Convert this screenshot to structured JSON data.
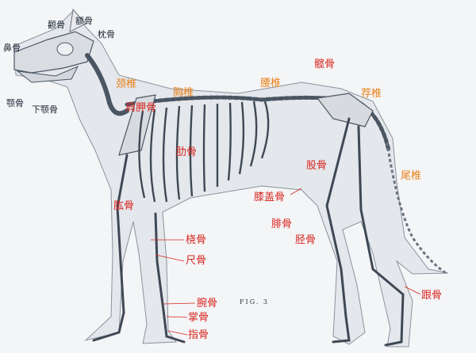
{
  "figure": {
    "caption": "FIG. 3"
  },
  "labels": {
    "nasal": "鼻骨",
    "jugal": "颧骨",
    "frontal": "额骨",
    "occipital": "枕骨",
    "maxilla": "颚骨",
    "mandible": "下颚骨",
    "cervical": "颈椎",
    "scapula": "肩胛骨",
    "thoracic": "胸椎",
    "lumbar": "腰椎",
    "ilium": "髋骨",
    "sacral": "荐椎",
    "rib": "肋骨",
    "femur": "股骨",
    "caudal": "尾椎",
    "humerus": "肱骨",
    "patella": "膝盖骨",
    "fibula": "腓骨",
    "tibia": "胫骨",
    "radius": "桡骨",
    "ulna": "尺骨",
    "carpal": "腕骨",
    "metacarpal": "掌骨",
    "phalanges": "指骨",
    "calcaneus": "跟骨"
  },
  "colors": {
    "red": "#d8261f",
    "orange": "#e9841e",
    "dark": "#1d2733",
    "bone": "#dfe2e6",
    "outline": "#4a5563"
  }
}
